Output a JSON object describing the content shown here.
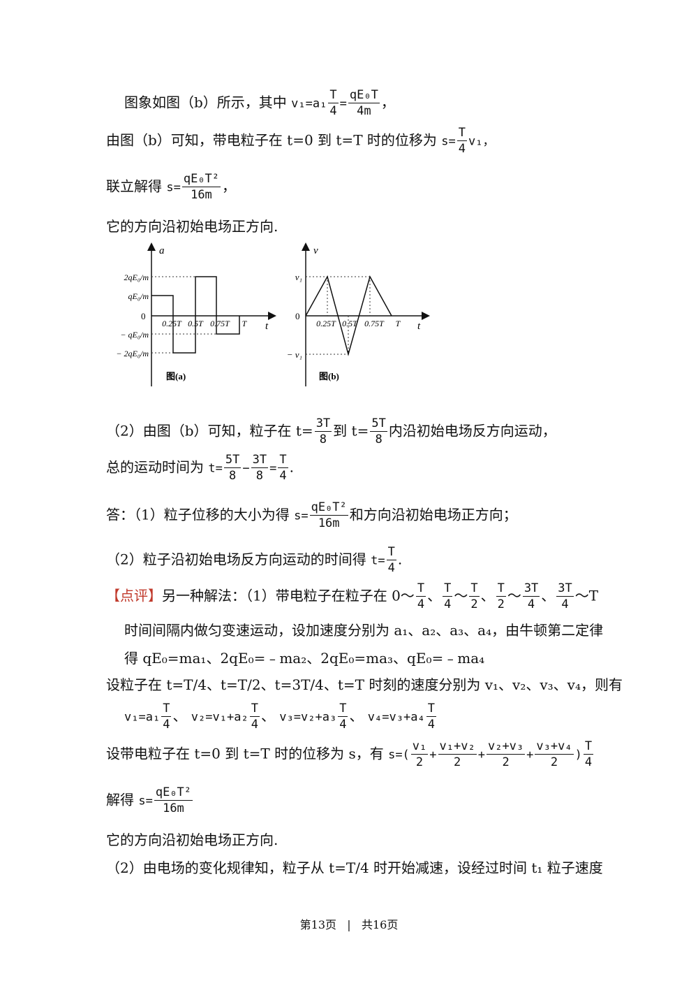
{
  "l1": {
    "text": "图象如图（b）所示，其中",
    "eq": "v₁=a₁",
    "frac1_num": "T",
    "frac1_den": "4",
    "eq2": "=",
    "frac2_num": "qE₀T",
    "frac2_den": "4m",
    "tail": "，"
  },
  "l2": {
    "text": "由图（b）可知，带电粒子在 t=0 到 t=T 时的位移为",
    "eq": "s=",
    "frac_num": "T",
    "frac_den": "4",
    "tail": "v₁，"
  },
  "l3": {
    "text": "联立解得",
    "eq": "s=",
    "frac_num": "qE₀T²",
    "frac_den": "16m",
    "tail": "，"
  },
  "l4": {
    "text": "它的方向沿初始电场正方向."
  },
  "graph_a": {
    "ylabel": "a",
    "xlabel": "t",
    "origin": "0",
    "yticks": [
      "2qE₀/m",
      "qE₀/m",
      "− qE₀/m",
      "− 2qE₀/m"
    ],
    "xticks": [
      "0.25T",
      "0.5T",
      "0.75T",
      "T"
    ],
    "caption": "图(a)"
  },
  "graph_b": {
    "ylabel": "v",
    "xlabel": "t",
    "origin": "0",
    "yticks": [
      "v₁",
      "− v₁"
    ],
    "xticks": [
      "0.25T",
      "0.5T",
      "0.75T",
      "T"
    ],
    "caption": "图(b)"
  },
  "l5": {
    "text": "（2）由图（b）可知，粒子在 t=",
    "f1n": "3T",
    "f1d": "8",
    "mid": "到 t=",
    "f2n": "5T",
    "f2d": "8",
    "tail": "内沿初始电场反方向运动，"
  },
  "l6": {
    "text": "总的运动时间为",
    "eq": "t=",
    "f1n": "5T",
    "f1d": "8",
    "op": "−",
    "f2n": "3T",
    "f2d": "8",
    "eq2": "=",
    "f3n": "T",
    "f3d": "4",
    "tail": "."
  },
  "l7": {
    "text": "答：（1）粒子位移的大小为得",
    "eq": "s=",
    "fn": "qE₀T²",
    "fd": "16m",
    "tail": "和方向沿初始电场正方向；"
  },
  "l8": {
    "text": "（2）粒子沿初始电场反方向运动的时间得",
    "eq": "t=",
    "fn": "T",
    "fd": "4",
    "tail": "."
  },
  "l9": {
    "tag": "【点评】",
    "text": "另一种解法：（1）带电粒子在粒子在 0～",
    "f1n": "T",
    "f1d": "4",
    "s1": "、",
    "f2n": "T",
    "f2d": "4",
    "s2": "～",
    "f3n": "T",
    "f3d": "2",
    "s3": "、",
    "f4n": "T",
    "f4d": "2",
    "s4": "～",
    "f5n": "3T",
    "f5d": "4",
    "s5": "、",
    "f6n": "3T",
    "f6d": "4",
    "tail": "～T"
  },
  "l10": {
    "text": "时间间隔内做匀变速运动，设加速度分别为 a₁、a₂、a₃、a₄，由牛顿第二定律"
  },
  "l11": {
    "text": "得 qE₀=ma₁、2qE₀=﹣ma₂、2qE₀=ma₃、qE₀=﹣ma₄"
  },
  "l12": {
    "text": "设粒子在 t=T/4、t=T/2、t=3T/4、t=T 时刻的速度分别为 v₁、v₂、v₃、v₄，则有"
  },
  "l13": {
    "e1": "v₁=a₁",
    "s1": "、",
    "e2": "v₂=v₁+a₂",
    "s2": "、",
    "e3": "v₃=v₂+a₃",
    "s3": "、",
    "e4": "v₄=v₃+a₄",
    "fn": "T",
    "fd": "4"
  },
  "l14": {
    "text": "设带电粒子在 t=0 到 t=T 时的位移为 s，有",
    "eq": "s=(",
    "f1n": "v₁",
    "f1d": "2",
    "f2n": "v₁+v₂",
    "f2d": "2",
    "f3n": "v₂+v₃",
    "f3d": "2",
    "f4n": "v₃+v₄",
    "f4d": "2",
    "plus": "+",
    "close": ")",
    "f5n": "T",
    "f5d": "4"
  },
  "l15": {
    "text": "解得",
    "eq": "s=",
    "fn": "qE₀T²",
    "fd": "16m"
  },
  "l16": {
    "text": "它的方向沿初始电场正方向."
  },
  "l17": {
    "text": "（2）由电场的变化规律知，粒子从 t=T/4 时开始减速，设经过时间 t₁ 粒子速度"
  },
  "footer": {
    "page": "第13页",
    "sep": "|",
    "total": "共16页"
  }
}
